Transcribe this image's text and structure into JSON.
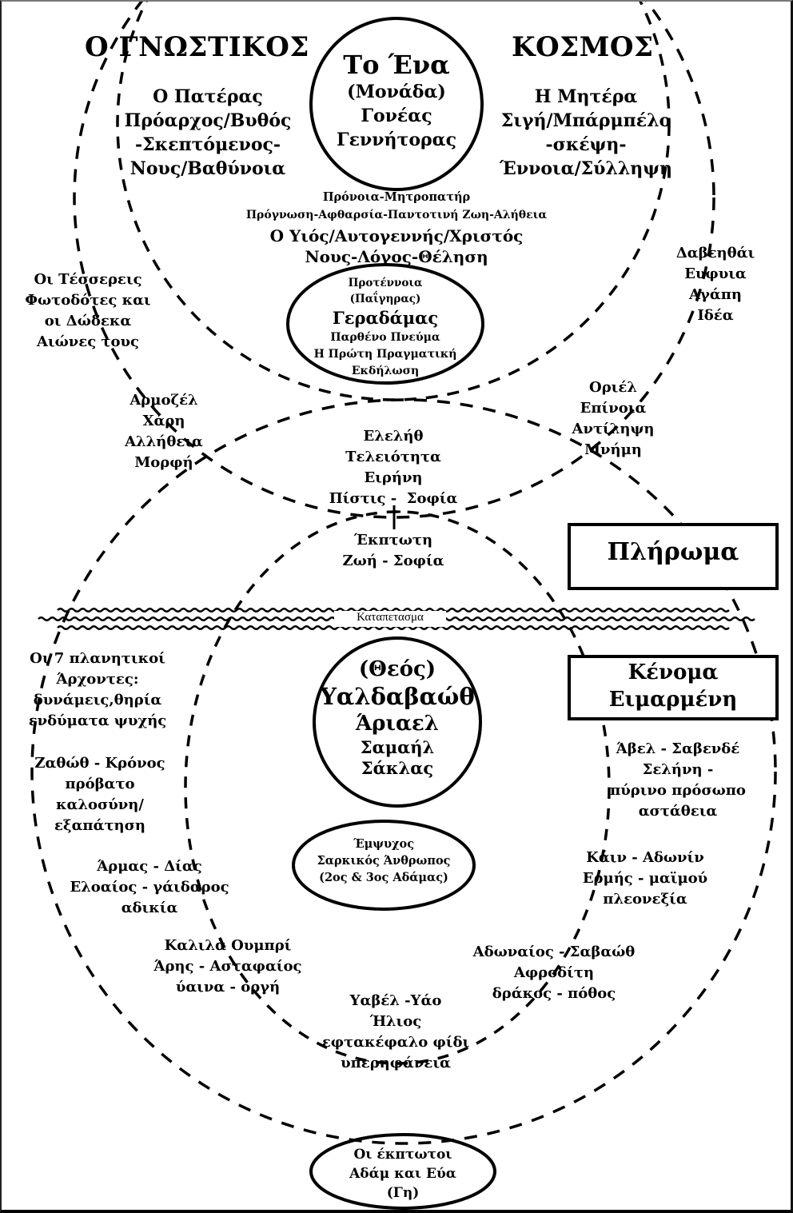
{
  "title": {
    "left": "Ο ΓΝΩΣΤΙΚΟΣ",
    "right": "ΚΟΣΜΟΣ"
  },
  "the_one": {
    "lines": [
      "Το Ένα",
      "(Μονάδα)",
      "Γονέας",
      "Γεννήτορας"
    ]
  },
  "father": {
    "lines": [
      "Ο Πατέρας",
      "Πρόαρχος/Βυθός",
      "-Σκεπτόμενος-",
      "Νους/Βαθύνοια"
    ]
  },
  "mother": {
    "lines": [
      "Η Μητέρα",
      "Σιγή/Μπάρμπέλο",
      "-σκέψη-",
      "Έννοια/Σύλληψη"
    ]
  },
  "pronoia": {
    "lines": [
      "Πρόνοια-Μητροπατήρ",
      "Πρόγνωση-Αφθαρσία-Παντοτινή Ζωη-Αλήθεια"
    ]
  },
  "son": {
    "lines": [
      "Ο Υιός/Αυτογεννής/Χριστός",
      "Νους-Λόγος-Θέληση"
    ]
  },
  "geradamas": {
    "lines": [
      "Προτέννοια",
      "(Παΐγηρας)",
      "Γεραδάμας",
      "Παρθένο Πνεύμα",
      "Η Πρώτη Πραγματική",
      "Εκδήλωση"
    ]
  },
  "luminaries": {
    "lines": [
      "Οι Τέσσερεις",
      "Φωτοδότες και",
      "οι Δώδεκα",
      "Αιώνες τους"
    ]
  },
  "daveithai": {
    "lines": [
      "Δαβεηθάι",
      "Ευφυια",
      "Αγάπη",
      "Ιδέα"
    ]
  },
  "harmozel": {
    "lines": [
      "Αρμοζέλ",
      "Χάρη",
      "Αλλήθεια",
      "Μορφή"
    ]
  },
  "oriel": {
    "lines": [
      "Οριέλ",
      "Επίνοια",
      "Αντίληψη",
      "Μνήμη"
    ]
  },
  "eleleth": {
    "lines": [
      "Ελελήθ",
      "Τελειότητα",
      "Ειρήνη",
      "Πίστις -  Σοφία"
    ]
  },
  "fallen_sophia": {
    "lines": [
      "Έκπτωτη",
      "Ζωή - Σοφία"
    ]
  },
  "pleroma_box": {
    "label": "Πλήρωμα"
  },
  "veil": {
    "label": "Καταπετασμα"
  },
  "kenoma_box": {
    "lines": [
      "Κένομα",
      "Ειμαρμένη"
    ]
  },
  "archons_intro": {
    "lines": [
      "Οι 7 πλανητικοί",
      "Άρχοντες:",
      "δυνάμεις,θηρία",
      "ενδύματα ψυχής"
    ]
  },
  "zathoth": {
    "lines": [
      "Ζαθώθ - Κρόνος",
      "πρόβατο",
      "καλοσύνη/",
      "εξαπάτηση"
    ]
  },
  "harmas": {
    "lines": [
      "Άρμας - Δίας",
      "Ελοαίος - γάιδαρος",
      "αδικία"
    ]
  },
  "kalila": {
    "lines": [
      "Καλιλά Ουμπρί",
      "Άρης - Ασταφαίος",
      "ύαινα - οργή"
    ]
  },
  "yabel": {
    "lines": [
      "Υαβέλ -Υάο",
      "Ήλιος",
      "εφτακέφαλο φίδι",
      "υπερηφάνεια"
    ]
  },
  "adonaios": {
    "lines": [
      "Αδωναίος - Σαβαώθ",
      "Αφροδίτη",
      "δράκος - πόθος"
    ]
  },
  "cain": {
    "lines": [
      "Κάιν - Αδωνίν",
      "Ερμής - μαϊμού",
      "πλεονεξία"
    ]
  },
  "abel": {
    "lines": [
      "Άβελ - Σαβενδέ",
      "Σελήνη -",
      "πύρινο πρόσωπο",
      "αστάθεια"
    ]
  },
  "yaldabaoth": {
    "lines": [
      "(Θεός)",
      "Υαλδαβαώθ",
      "Άριαελ",
      "Σαμαήλ",
      "Σάκλας"
    ]
  },
  "psychic_man": {
    "lines": [
      "Έμψυχος",
      "Σαρκικός Άνθρωπος",
      "(2ος & 3ος Αδάμας)"
    ]
  },
  "fallen_adam_eve": {
    "lines": [
      "Οι έκπτωτοι",
      "Αδάμ και Εύα",
      "(Γη)"
    ]
  },
  "colors": {
    "ink": "#000000",
    "paper": "#ffffff"
  }
}
